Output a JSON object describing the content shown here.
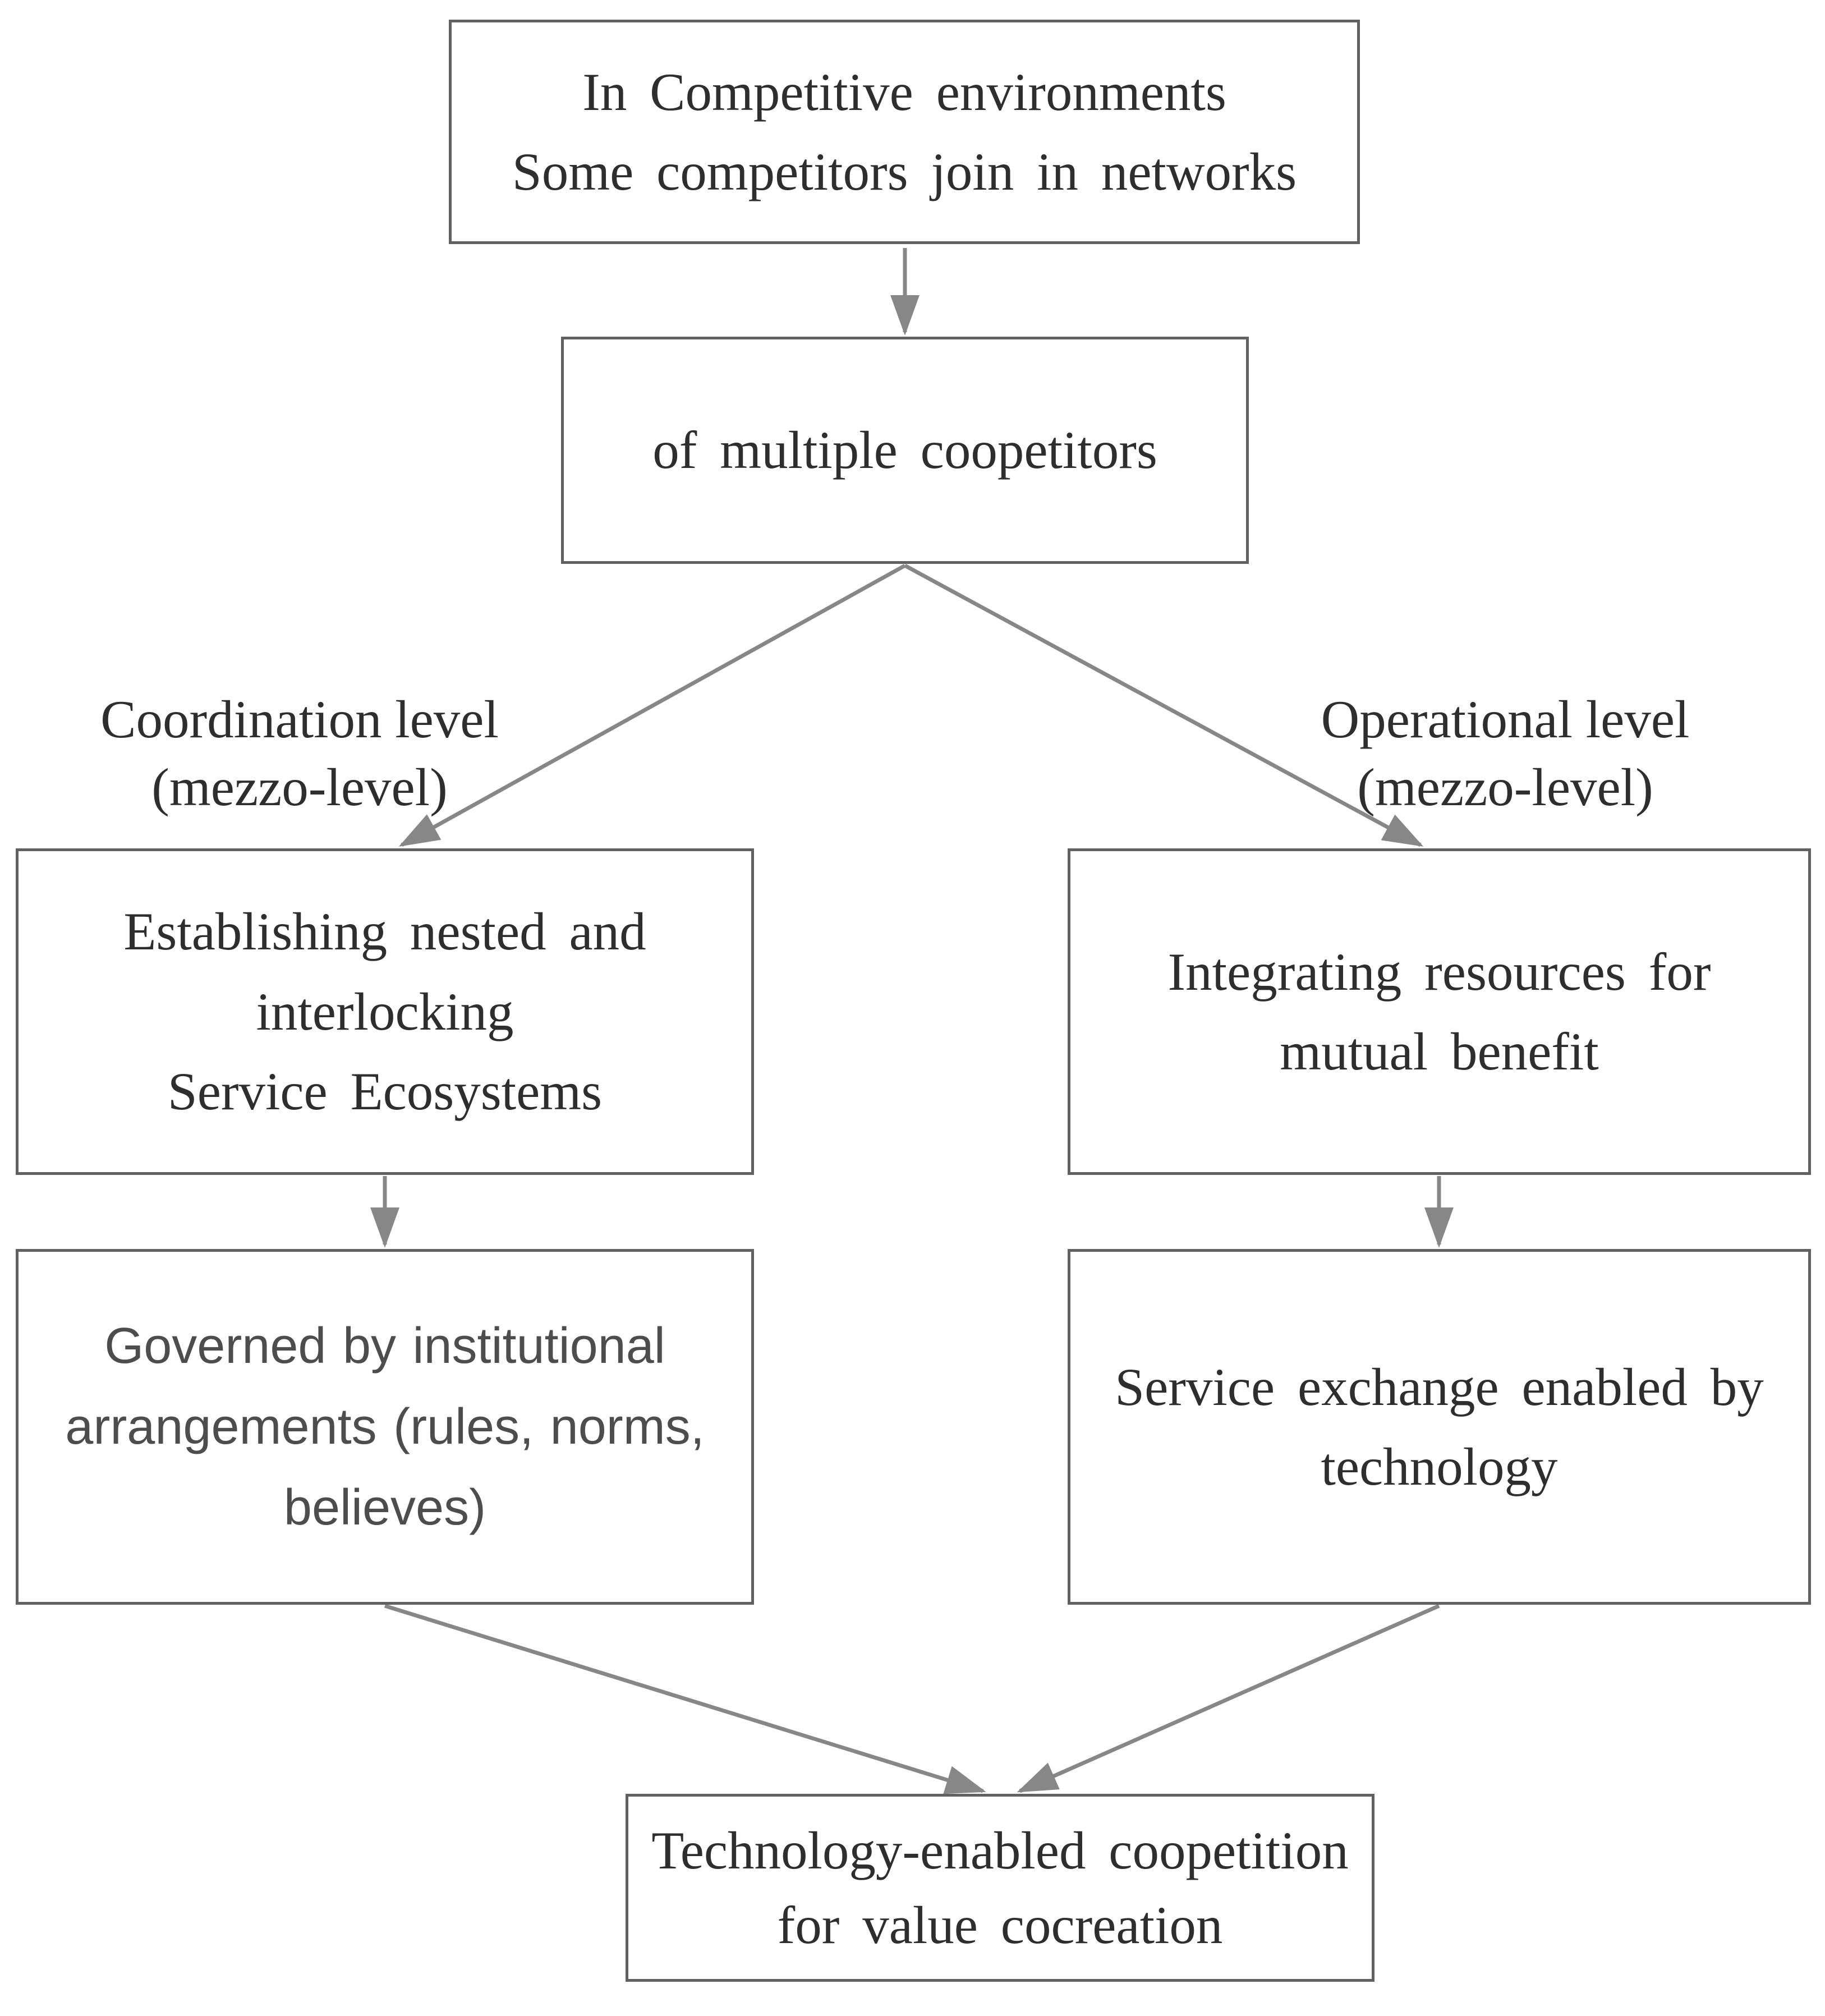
{
  "style": {
    "border_color": "#616161",
    "arrow_color": "#878787",
    "text_color": "#2e2e2e",
    "sans_text_color": "#4d4d4d",
    "background": "#ffffff"
  },
  "nodes": {
    "env": {
      "lines": [
        "In Competitive environments",
        "Some competitors join in networks"
      ]
    },
    "coop": {
      "lines": [
        "of multiple coopetitors"
      ]
    },
    "ecosystems": {
      "lines": [
        "Establishing nested and",
        "interlocking",
        "Service Ecosystems"
      ]
    },
    "integrating": {
      "lines": [
        "Integrating resources for",
        "mutual benefit"
      ]
    },
    "governed": {
      "lines": [
        "Governed by institutional",
        "arrangements (rules, norms,",
        "believes)"
      ]
    },
    "service": {
      "lines": [
        "Service exchange enabled by",
        "technology"
      ]
    },
    "outcome": {
      "lines": [
        "Technology-enabled coopetition",
        "for value cocreation"
      ]
    }
  },
  "labels": {
    "coordination": {
      "lines": [
        "Coordination level",
        "(mezzo-level)"
      ]
    },
    "operational": {
      "lines": [
        "Operational level",
        "(mezzo-level)"
      ]
    }
  }
}
